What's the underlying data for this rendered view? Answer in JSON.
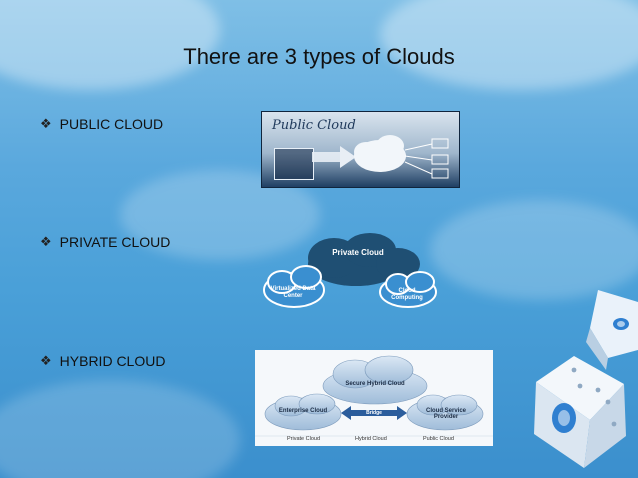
{
  "slide": {
    "title": "There are 3 types of Clouds",
    "bullet_glyph": "❖",
    "bullets": [
      {
        "label": "PUBLIC CLOUD"
      },
      {
        "label": "PRIVATE CLOUD"
      },
      {
        "label": "HYBRID CLOUD"
      }
    ]
  },
  "public_image": {
    "caption": "Public Cloud"
  },
  "private_image": {
    "top": "Private Cloud",
    "left": "Virtualized Data Center",
    "right": "Cloud Computing"
  },
  "hybrid_image": {
    "top": "Secure Hybrid Cloud",
    "left": "Enterprise Cloud",
    "middle": "Bridge",
    "right": "Cloud Service Provider",
    "foot_left": "Private Cloud",
    "foot_middle": "Hybrid Cloud",
    "foot_right": "Public Cloud"
  },
  "colors": {
    "background_top": "#7fbfe6",
    "background_bottom": "#3b8fcd",
    "text": "#111111",
    "private_cloud_dark": "#1f4f73",
    "private_cloud_light": "#3a8fd0"
  }
}
